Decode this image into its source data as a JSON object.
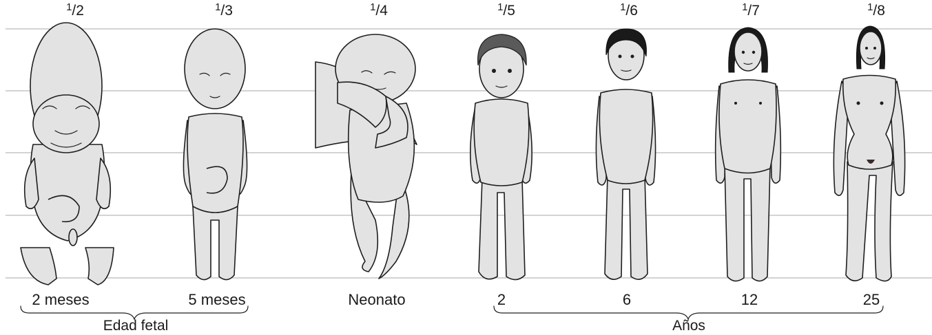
{
  "head_ratios": [
    {
      "numerator": "1",
      "denominator": "2"
    },
    {
      "numerator": "1",
      "denominator": "3"
    },
    {
      "numerator": "1",
      "denominator": "4"
    },
    {
      "numerator": "1",
      "denominator": "5"
    },
    {
      "numerator": "1",
      "denominator": "6"
    },
    {
      "numerator": "1",
      "denominator": "7"
    },
    {
      "numerator": "1",
      "denominator": "8"
    }
  ],
  "age_labels": [
    "2 meses",
    "5 meses",
    "Neonato",
    "2",
    "6",
    "12",
    "25"
  ],
  "groups": {
    "fetal": "Edad fetal",
    "years": "Años"
  },
  "colors": {
    "figure_fill": "#e3e3e3",
    "outline": "#1e1e1e",
    "guide_lines": "#b9b9b9",
    "hair": "#5a5a5a"
  }
}
